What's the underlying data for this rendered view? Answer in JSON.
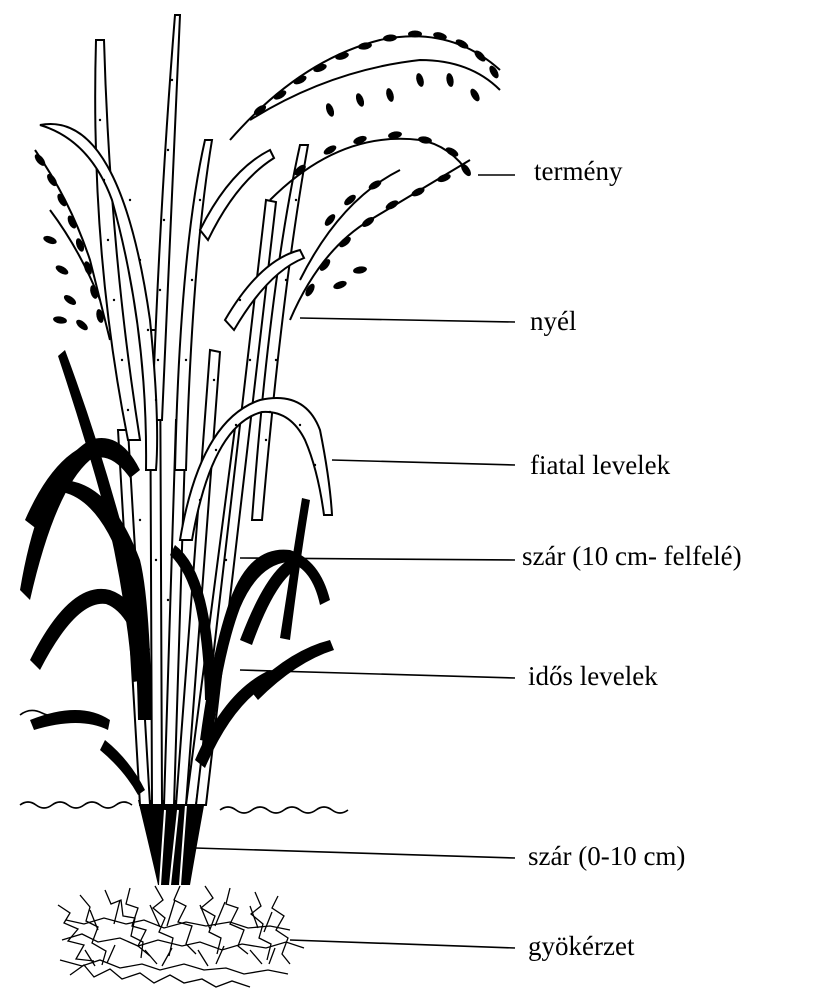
{
  "labels": {
    "crop": "termény",
    "stalk_neck": "nyél",
    "young_leaves": "fiatal levelek",
    "stem_upper": "szár (10 cm- felfelé)",
    "old_leaves": "idős levelek",
    "stem_lower": "szár (0-10 cm)",
    "roots": "gyökérzet"
  },
  "colors": {
    "ink": "#000000",
    "paper": "#ffffff"
  }
}
